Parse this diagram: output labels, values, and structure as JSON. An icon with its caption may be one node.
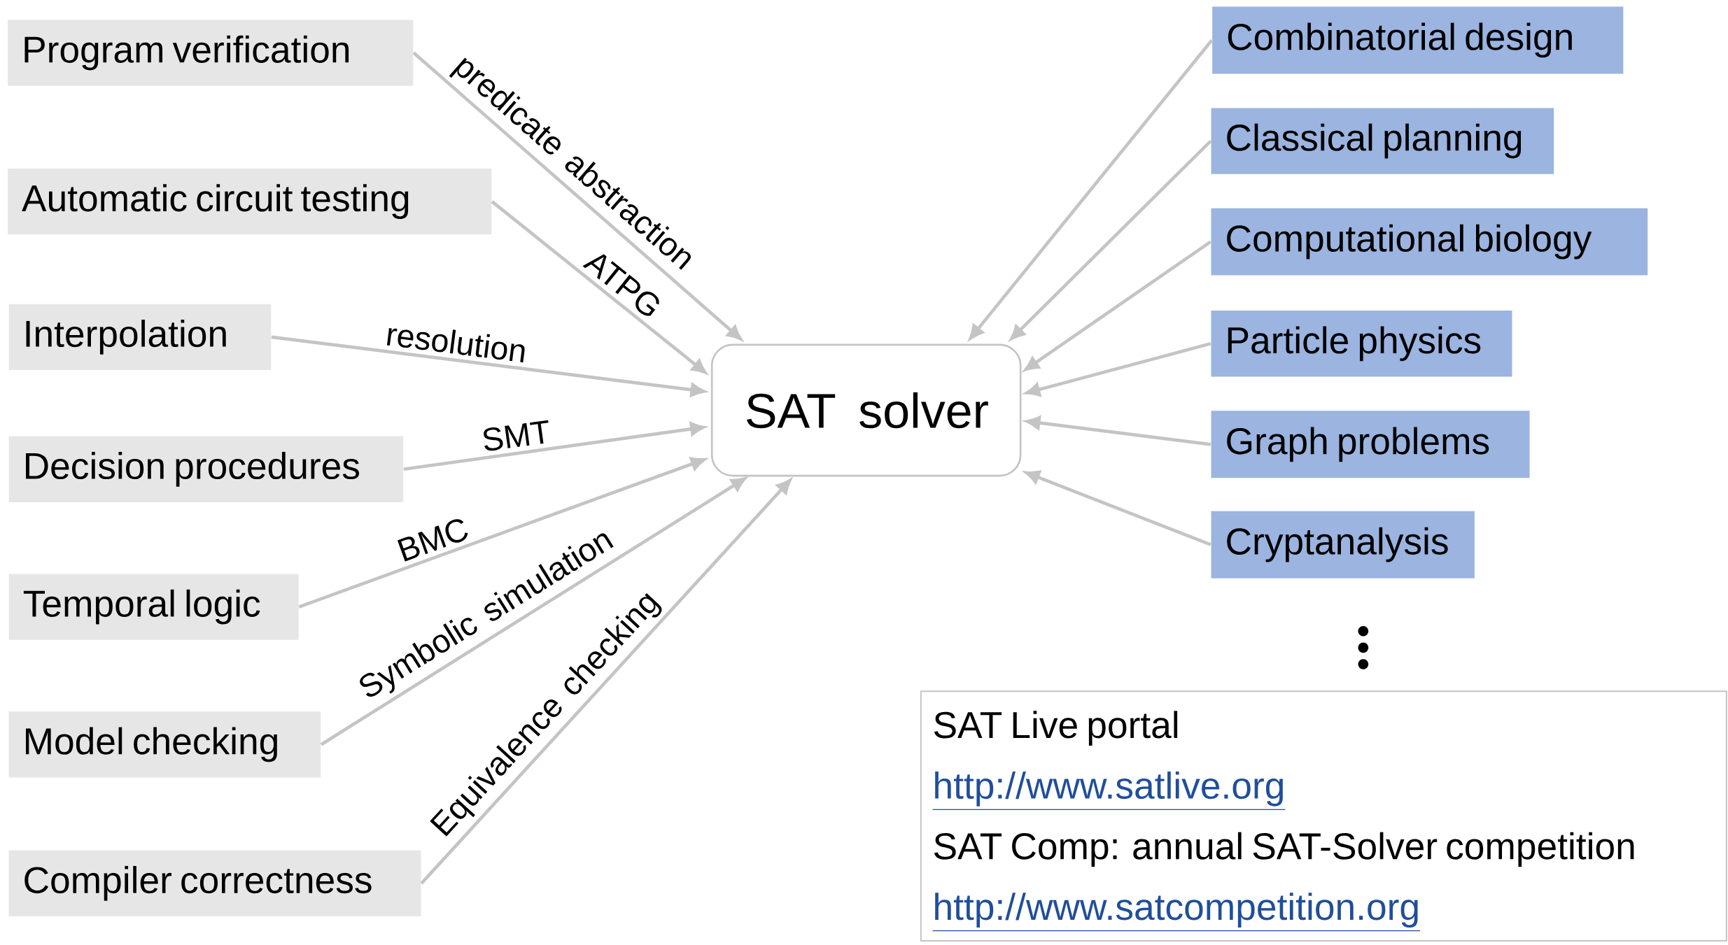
{
  "diagram": {
    "nodes": [
      {
        "text": [
          "Program verification"
        ]
      },
      {
        "text": [
          "Automatic circuit testing"
        ]
      },
      {
        "text": [
          "Interpolation"
        ]
      },
      {
        "text": [
          "Decision procedures"
        ]
      },
      {
        "text": [
          "Temporal logic"
        ]
      },
      {
        "text": [
          "Model checking"
        ]
      },
      {
        "text": [
          "Compiler correctness"
        ]
      },
      {
        "text": [
          "SAT solver"
        ]
      },
      {
        "text": [
          "Combinatorial design"
        ]
      },
      {
        "text": [
          "Classical planning"
        ]
      },
      {
        "text": [
          "Computational biology"
        ]
      },
      {
        "text": [
          "Particle physics"
        ]
      },
      {
        "text": [
          "Graph problems"
        ]
      },
      {
        "text": [
          "Cryptanalysis"
        ]
      },
      {
        "text": [
          "SAT Live portal",
          "http://www.satlive.org",
          "SAT Comp: annual SAT-Solver competition",
          "http://www.satcompetition.org"
        ]
      }
    ],
    "edges": [
      {
        "from": 0,
        "to": 7,
        "arrow": "to",
        "label": "predicate abstraction"
      },
      {
        "from": 1,
        "to": 7,
        "arrow": "to",
        "label": "ATPG"
      },
      {
        "from": 2,
        "to": 7,
        "arrow": "to",
        "label": "resolution"
      },
      {
        "from": 3,
        "to": 7,
        "arrow": "to",
        "label": "SMT"
      },
      {
        "from": 4,
        "to": 7,
        "arrow": "to",
        "label": "BMC"
      },
      {
        "from": 5,
        "to": 7,
        "arrow": "to",
        "label": "Symbolic simulation"
      },
      {
        "from": 6,
        "to": 7,
        "arrow": "to",
        "label": "Equivalence checking"
      },
      {
        "from": 8,
        "to": 7,
        "arrow": "to"
      },
      {
        "from": 9,
        "to": 7,
        "arrow": "to"
      },
      {
        "from": 10,
        "to": 7,
        "arrow": "to"
      },
      {
        "from": 11,
        "to": 7,
        "arrow": "to"
      },
      {
        "from": 12,
        "to": 7,
        "arrow": "to"
      },
      {
        "from": 13,
        "to": 7,
        "arrow": "to"
      }
    ]
  }
}
